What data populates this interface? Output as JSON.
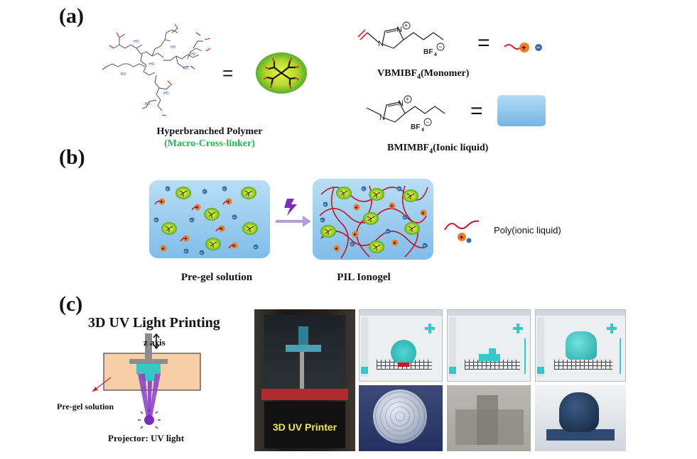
{
  "panel_a": {
    "label": "(a)",
    "hyperbranched_caption": "Hyperbranched Polymer",
    "hyperbranched_sub": "(Macro-Cross-linker)",
    "equals": "=",
    "monomer_caption_main": "VBMIBF",
    "monomer_caption_sub": "4",
    "monomer_caption_tail": "(Monomer)",
    "ionic_caption_main": "BMIMBF",
    "ionic_caption_sub": "4",
    "ionic_caption_tail": "(Ionic liquid)",
    "bf4_label": "BF",
    "bf4_sub": "4",
    "n_label": "N",
    "n_plus_label": "N",
    "plus_symbol": "+",
    "minus_symbol": "−",
    "colors": {
      "accent_green": "#1db954",
      "cation": "#f07b2a",
      "anion": "#3a6ea5",
      "ionic_liquid": "#8cc3e8"
    }
  },
  "panel_b": {
    "label": "(b)",
    "pregel_caption": "Pre-gel solution",
    "ionogel_caption": "PIL Ionogel",
    "pil_caption": "Poly(ionic liquid)",
    "colors": {
      "chain": "#c0182a",
      "box": "#8fc8ec",
      "arrow": "#a98fd0",
      "bolt": "#7a2fb8"
    }
  },
  "panel_c": {
    "label": "(c)",
    "title": "3D UV Light Printing",
    "z_axis": "z axis",
    "pregel_label": "Pre-gel solution",
    "projector_label": "Projector: UV light",
    "printer_label": "3D UV Printer",
    "colors": {
      "vat": "#f6cfa6",
      "part": "#38c7c8",
      "uv": "#8a3ec4",
      "printer_label": "#f5e84a"
    }
  }
}
